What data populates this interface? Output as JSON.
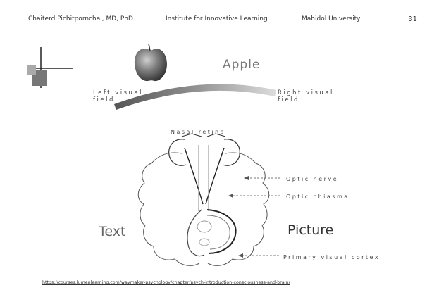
{
  "header": {
    "author": "Chaiterd Pichitpornchai, MD, PhD.",
    "institute": "Institute for Innovative Learning",
    "university": "Mahidol University",
    "page_number": "31"
  },
  "figure": {
    "apple_label": "Apple",
    "left_visual_field": "Left visual\nfield",
    "right_visual_field": "Right visual\nfield",
    "nasal_retina": "Nasal retina",
    "optic_nerve": "Optic nerve",
    "optic_chiasma": "Optic chiasma",
    "primary_visual_cortex": "Primary visual cortex",
    "text_label": "Text",
    "picture_label": "Picture"
  },
  "footer": {
    "url": "https://courses.lumenlearning.com/waymaker-psychology/chapter/psych-introduction-consciousness-and-brain/"
  }
}
